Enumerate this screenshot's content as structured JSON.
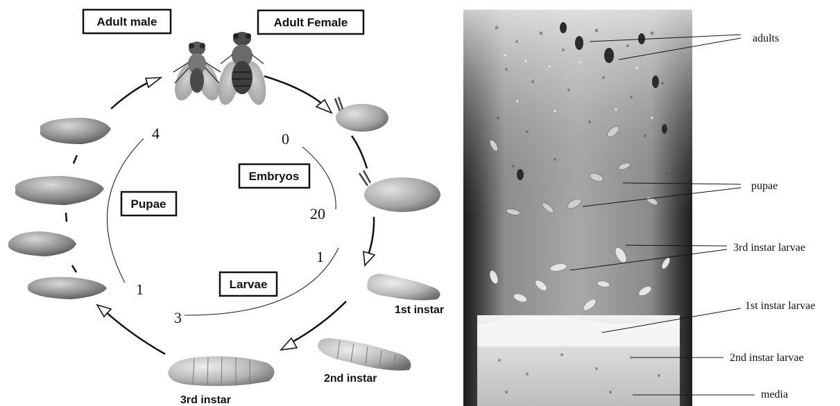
{
  "lifecycle": {
    "box_labels": {
      "adult_male": "Adult male",
      "adult_female": "Adult Female",
      "embryos": "Embryos",
      "pupae": "Pupae",
      "larvae": "Larvae"
    },
    "stage_labels": {
      "first_instar": "1st instar",
      "second_instar": "2nd instar",
      "third_instar": "3rd instar"
    },
    "day_numbers": {
      "embryo_start": "0",
      "embryo_end": "20",
      "larvae_start": "1",
      "larvae_end": "3",
      "pupae_start": "1",
      "pupae_end": "4"
    }
  },
  "vial_photo": {
    "labels": {
      "adults": "adults",
      "pupae": "pupae",
      "third_instar_larvae": "3rd instar larvae",
      "first_instar_larvae": "1st instar larvae",
      "second_instar_larvae": "2nd instar larvae",
      "media": "media"
    }
  }
}
